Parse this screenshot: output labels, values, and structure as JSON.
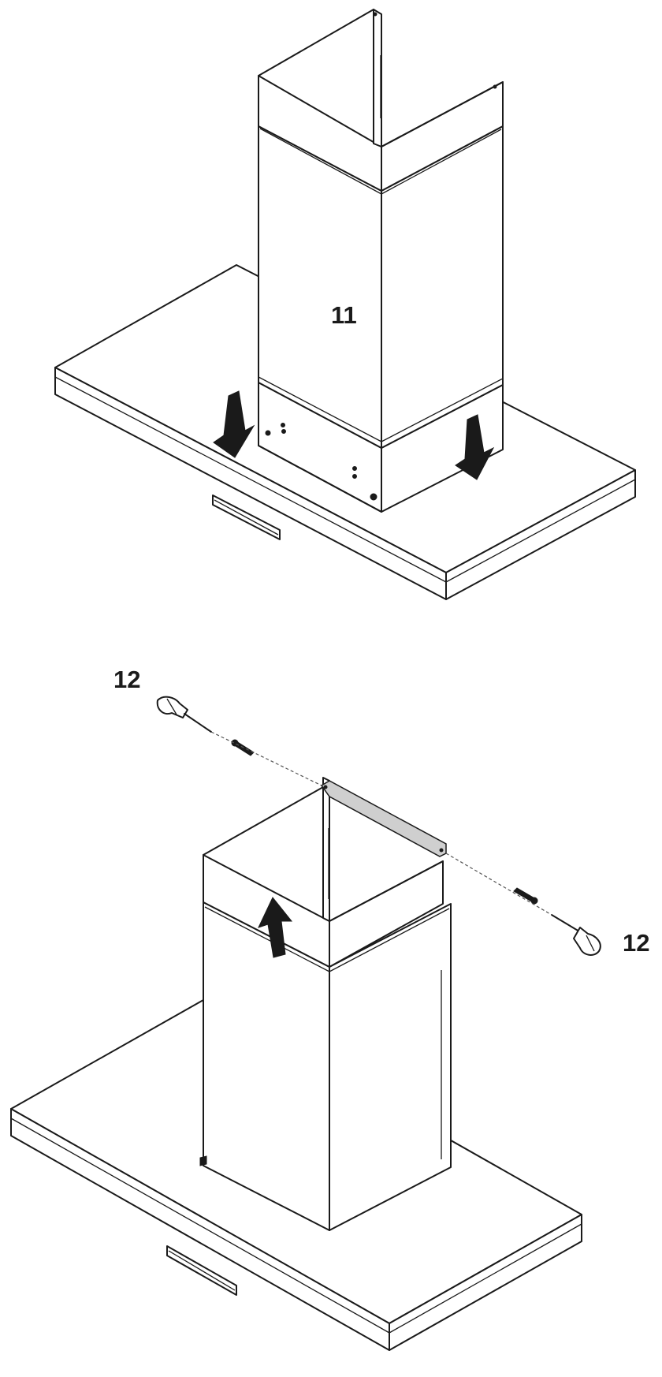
{
  "callouts": {
    "chimney": "11",
    "screw_left": "12",
    "screw_right": "12"
  },
  "colors": {
    "line": "#1a1a1a",
    "fill": "#ffffff",
    "bracket": "#cfcfcf"
  },
  "icons": [
    "arrow-down-icon",
    "arrow-up-icon",
    "screwdriver-icon",
    "screw-icon"
  ]
}
